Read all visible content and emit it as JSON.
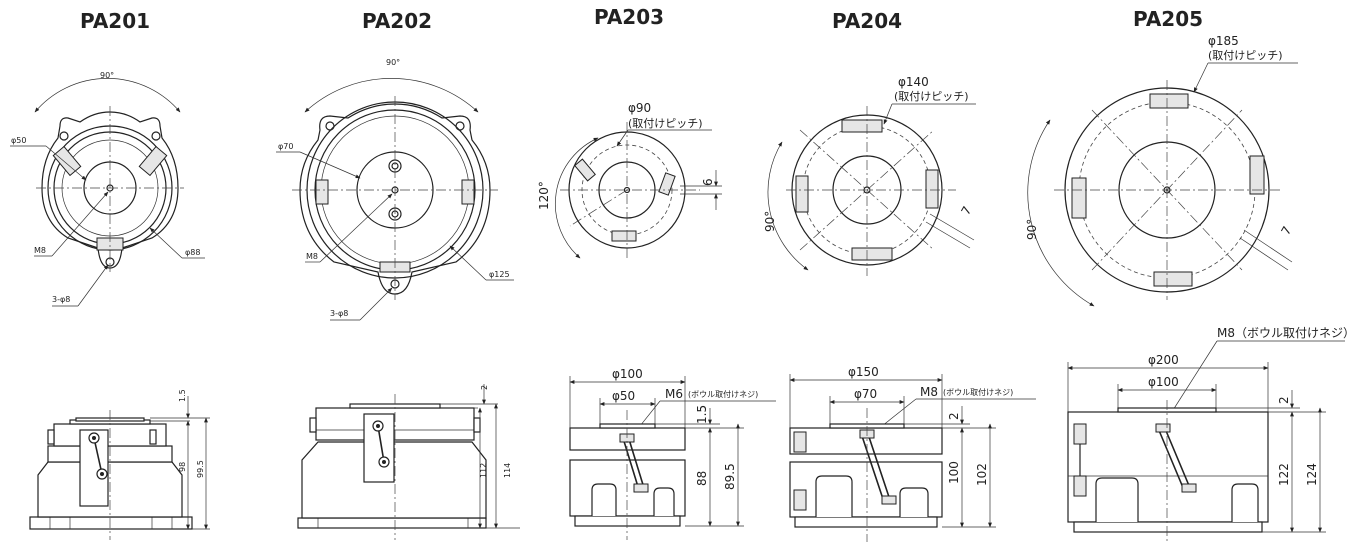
{
  "titles": {
    "pa201": "PA201",
    "pa202": "PA202",
    "pa203": "PA203",
    "pa204": "PA204",
    "pa205": "PA205"
  },
  "pa201": {
    "angle": "90°",
    "phi50": "φ50",
    "m8": "M8",
    "hole": "3-φ8",
    "phi88": "φ88",
    "d1_5": "1.5",
    "d98": "98",
    "d99_5": "99.5"
  },
  "pa202": {
    "angle": "90°",
    "phi70": "φ70",
    "m8": "M8",
    "hole": "3-φ8",
    "phi125": "φ125",
    "d2": "2",
    "d112": "112",
    "d114": "114"
  },
  "pa203": {
    "pitch": "φ90",
    "pitch_note": "(取付けピッチ)",
    "angle": "120°",
    "d6": "6",
    "phi100": "φ100",
    "phi50": "φ50",
    "m6": "M6",
    "m6_note": "(ボウル取付けネジ)",
    "d1_5": "1.5",
    "d88": "88",
    "d89_5": "89.5"
  },
  "pa204": {
    "pitch": "φ140",
    "pitch_note": "(取付けピッチ)",
    "angle": "90°",
    "d7": "7",
    "phi150": "φ150",
    "phi70": "φ70",
    "m8": "M8",
    "m8_note": "(ボウル取付けネジ)",
    "d2": "2",
    "d100": "100",
    "d102": "102"
  },
  "pa205": {
    "pitch": "φ185",
    "pitch_note": "(取付けピッチ)",
    "angle": "90°",
    "d7": "7",
    "m8_label": "M8（ボウル取付けネジ）",
    "phi200": "φ200",
    "phi100": "φ100",
    "d2": "2",
    "d122": "122",
    "d124": "124"
  }
}
